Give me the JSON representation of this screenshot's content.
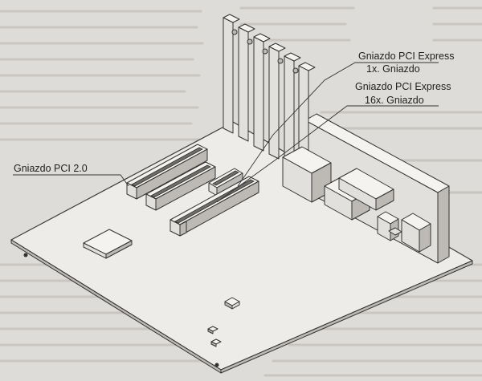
{
  "labels": {
    "pcie_x1_line1": "Gniazdo PCI Express",
    "pcie_x1_line2": "1x.  Gniazdo",
    "pcie_x16_line1": "Gniazdo PCI Express",
    "pcie_x16_line2": "16x. Gniazdo",
    "pci20": "Gniazdo PCI 2.0"
  },
  "colors": {
    "page_background": "#dedcd8",
    "board_fill": "#eeece8",
    "line_art": "#333333"
  }
}
